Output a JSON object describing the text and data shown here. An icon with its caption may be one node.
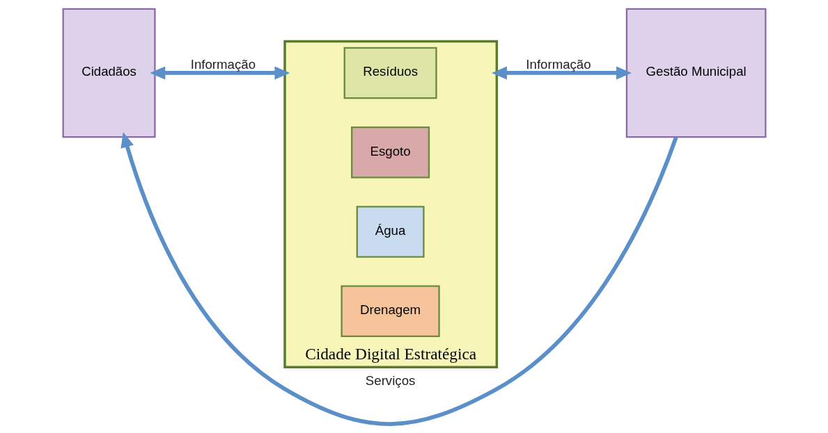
{
  "diagram": {
    "nodes": [
      {
        "text": [
          "Cidadãos"
        ]
      },
      {
        "text": [
          "Cidade Digital Estratégica"
        ]
      },
      {
        "text": [
          "Resíduos"
        ],
        "in": 1
      },
      {
        "text": [
          "Esgoto"
        ],
        "in": 1
      },
      {
        "text": [
          "Água"
        ],
        "in": 1
      },
      {
        "text": [
          "Drenagem"
        ],
        "in": 1
      },
      {
        "text": [
          "Gestão Municipal"
        ]
      }
    ],
    "edges": [
      {
        "from": 6,
        "to": 0,
        "arrow": "to",
        "label": "Serviços"
      },
      {
        "from": 0,
        "to": 1,
        "arrow": "both",
        "label": "Informação"
      },
      {
        "from": 1,
        "to": 6,
        "arrow": "both",
        "label": "Informação"
      }
    ]
  }
}
